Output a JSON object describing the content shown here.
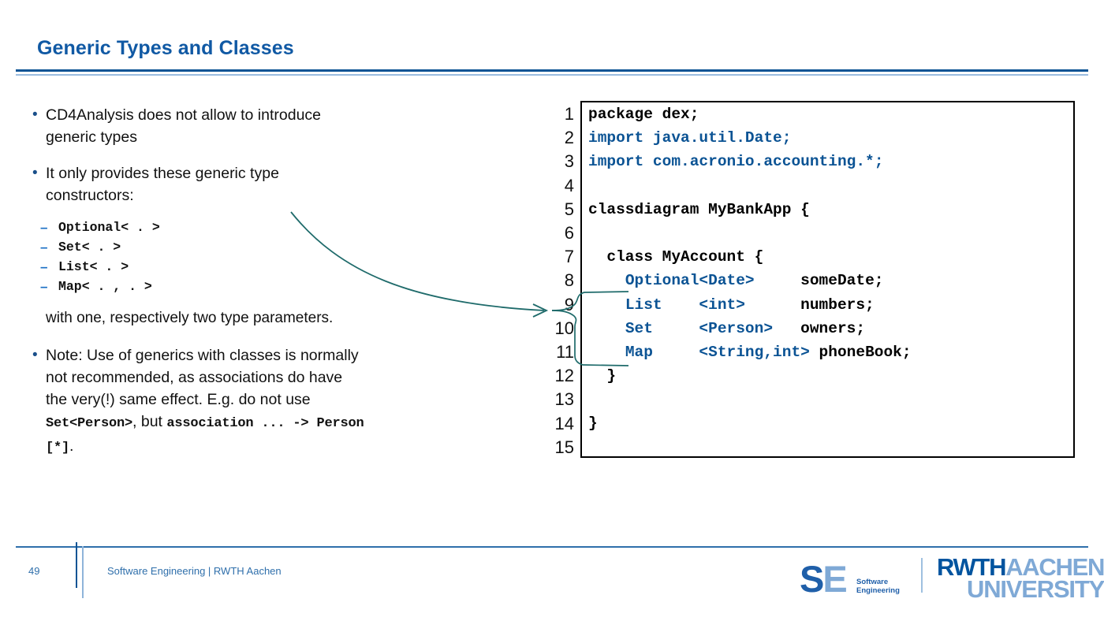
{
  "slide": {
    "title": "Generic Types and Classes",
    "page_number": "49",
    "footer_text": "Software Engineering  |  RWTH Aachen"
  },
  "colors": {
    "title_blue": "#1059a4",
    "rule_dark": "#0b5394",
    "rule_light": "#9bbde0",
    "code_blue": "#0b5394",
    "code_black": "#000000",
    "connector_teal": "#1f6b6b",
    "footer_blue": "#2f6fab",
    "logo_dark_blue": "#00549f",
    "logo_light_blue": "#7fa9d6"
  },
  "content": {
    "bullet1": {
      "marker": "•",
      "text": "CD4Analysis does not allow to introduce generic types"
    },
    "bullet2": {
      "marker": "•",
      "text": "It only provides these generic type constructors:"
    },
    "subitems": [
      {
        "dash": "–",
        "code": "Optional< . >"
      },
      {
        "dash": "–",
        "code": "Set< . >"
      },
      {
        "dash": "–",
        "code": "List< . >"
      },
      {
        "dash": "–",
        "code": "Map< . , . >"
      }
    ],
    "note_after_subitems": "with one, respectively two type parameters.",
    "bullet3": {
      "marker": "•",
      "part1": "Note: Use of generics with classes is normally not recommended, as associations do have the very(!) same effect. E.g. do not use ",
      "code1": "Set<Person>",
      "part2": ", but ",
      "code2": "association ... -> Person [*]",
      "part3": "."
    }
  },
  "code_panel": {
    "line_numbers": [
      "1",
      "2",
      "3",
      "4",
      "5",
      "6",
      "7",
      "8",
      "9",
      "10",
      "11",
      "12",
      "13",
      "14",
      "15"
    ],
    "lines": [
      {
        "n": "1",
        "segments": [
          {
            "t": "package dex;",
            "c": "black"
          }
        ]
      },
      {
        "n": "2",
        "segments": [
          {
            "t": "import java.util.Date;",
            "c": "blue"
          }
        ]
      },
      {
        "n": "3",
        "segments": [
          {
            "t": "import com.acronio.accounting.*;",
            "c": "blue"
          }
        ]
      },
      {
        "n": "4",
        "segments": [
          {
            "t": "",
            "c": "black"
          }
        ]
      },
      {
        "n": "5",
        "segments": [
          {
            "t": "classdiagram MyBankApp {",
            "c": "black"
          }
        ]
      },
      {
        "n": "6",
        "segments": [
          {
            "t": "",
            "c": "black"
          }
        ]
      },
      {
        "n": "7",
        "segments": [
          {
            "t": "  class MyAccount {",
            "c": "black"
          }
        ]
      },
      {
        "n": "8",
        "segments": [
          {
            "t": "    ",
            "c": "black"
          },
          {
            "t": "Optional<Date>",
            "c": "blue"
          },
          {
            "t": "     someDate;",
            "c": "black"
          }
        ]
      },
      {
        "n": "9",
        "segments": [
          {
            "t": "    ",
            "c": "black"
          },
          {
            "t": "List    <int>",
            "c": "blue"
          },
          {
            "t": "      numbers;",
            "c": "black"
          }
        ]
      },
      {
        "n": "10",
        "segments": [
          {
            "t": "    ",
            "c": "black"
          },
          {
            "t": "Set     <Person>",
            "c": "blue"
          },
          {
            "t": "   owners;",
            "c": "black"
          }
        ]
      },
      {
        "n": "11",
        "segments": [
          {
            "t": "    ",
            "c": "black"
          },
          {
            "t": "Map     <String,int>",
            "c": "blue"
          },
          {
            "t": " phoneBook;",
            "c": "black"
          }
        ]
      },
      {
        "n": "12",
        "segments": [
          {
            "t": "  }",
            "c": "black"
          }
        ]
      },
      {
        "n": "13",
        "segments": [
          {
            "t": "",
            "c": "black"
          }
        ]
      },
      {
        "n": "14",
        "segments": [
          {
            "t": "}",
            "c": "black"
          }
        ]
      },
      {
        "n": "15",
        "segments": [
          {
            "t": "",
            "c": "black"
          }
        ]
      }
    ]
  },
  "logos": {
    "se": {
      "s": "S",
      "e": "E",
      "word1": "Software",
      "word2": "Engineering"
    },
    "rwth": {
      "bold": "RWTH",
      "light1": "AACHEN",
      "light2": "UNIVERSITY"
    }
  }
}
